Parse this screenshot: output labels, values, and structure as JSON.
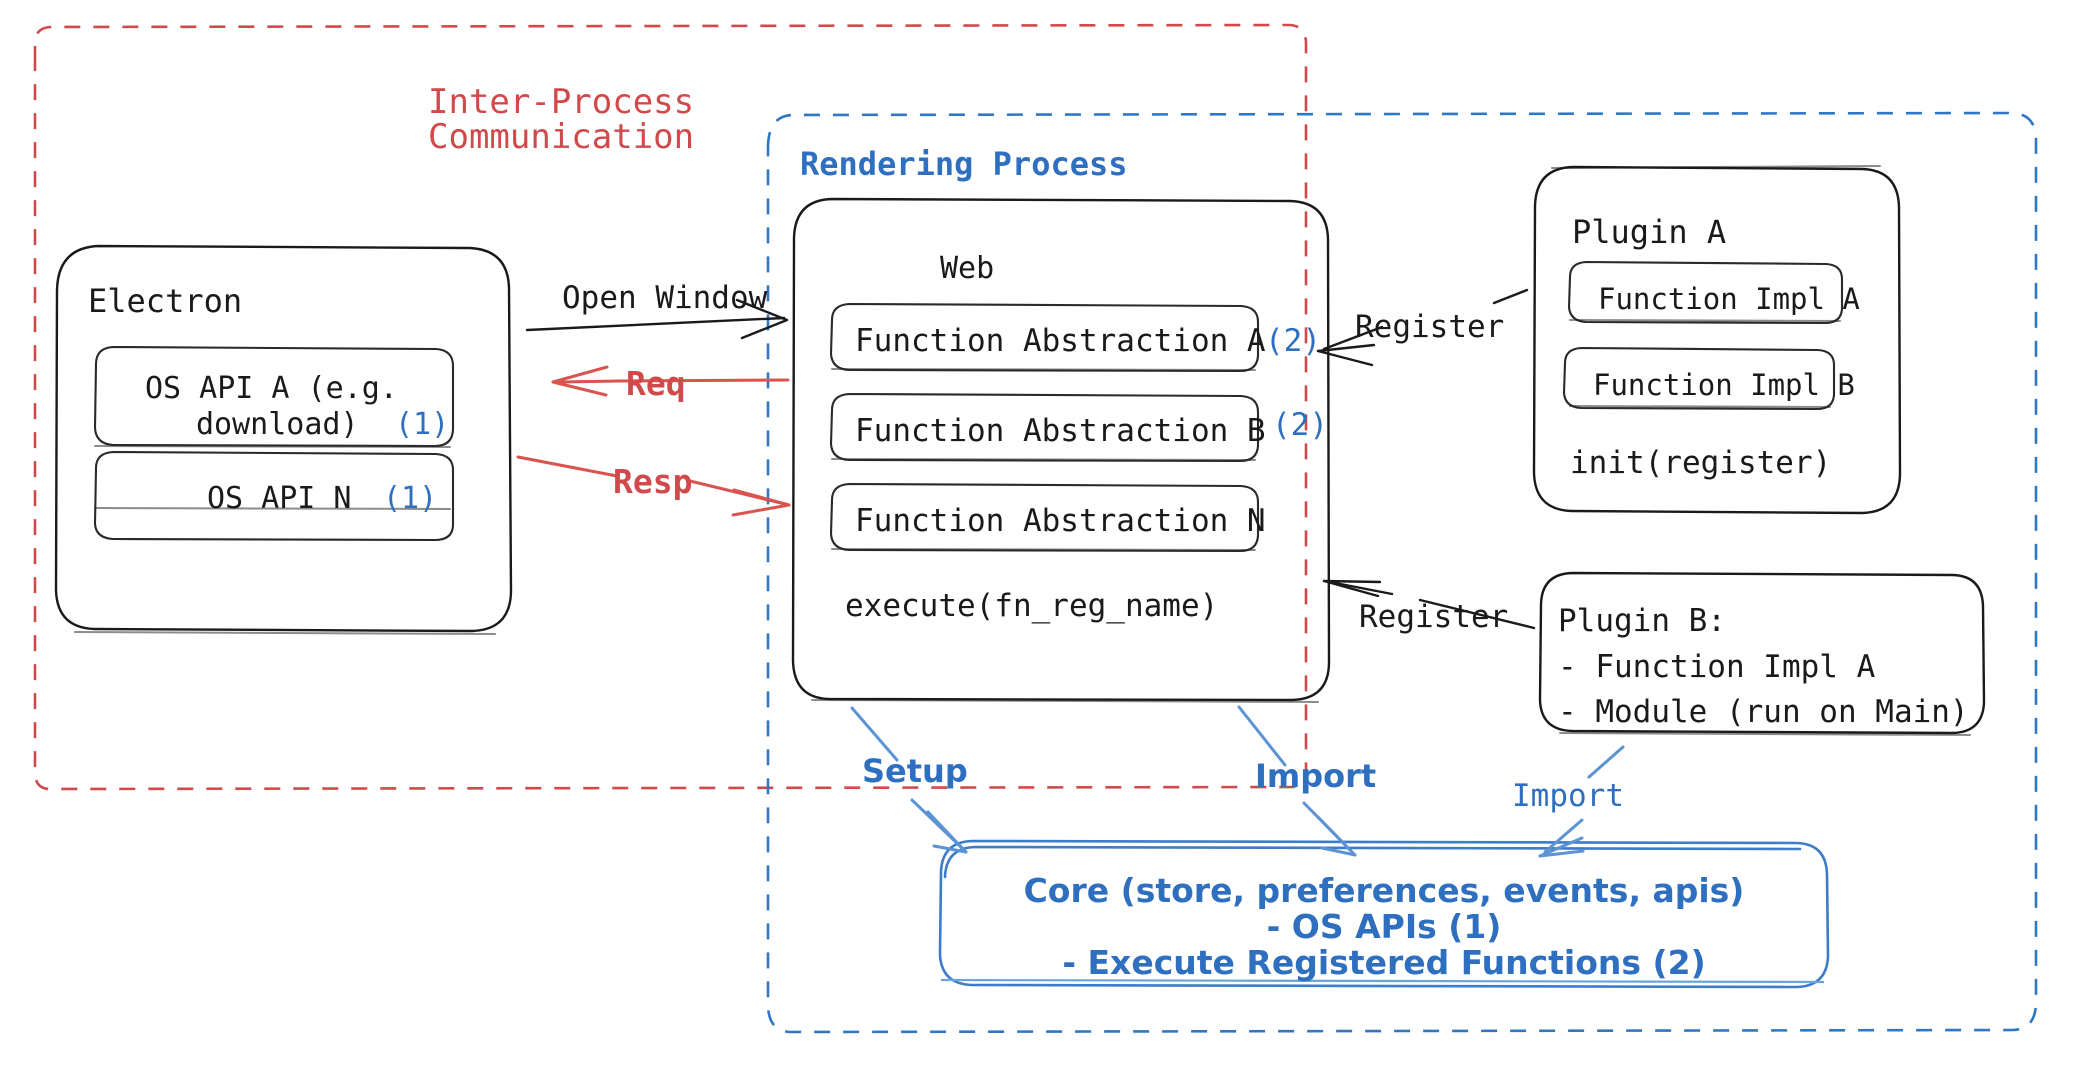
{
  "diagram": {
    "title": "Electron Plugin Architecture",
    "colors": {
      "red": "#d1494a",
      "blue": "#2f6fbf",
      "core_blue": "#3d7cc9",
      "black": "#1a1a1a",
      "arrow_red": "#d9534f",
      "arrow_blue": "#5b93d3"
    },
    "regions": {
      "ipc": {
        "label_line1": "Inter-Process",
        "label_line2": "Communication",
        "style": "dashed-red"
      },
      "rendering": {
        "label": "Rendering Process",
        "style": "dashed-blue"
      }
    },
    "electron": {
      "title": "Electron",
      "items": [
        {
          "line1": "OS API A (e.g.",
          "line2": "download)",
          "marker": "(1)"
        },
        {
          "line1": "OS API N",
          "line2": "",
          "marker": "(1)"
        }
      ]
    },
    "web": {
      "title": "Web",
      "abstractions": [
        {
          "label": "Function Abstraction A",
          "marker": "(2)"
        },
        {
          "label": "Function Abstraction B",
          "marker": "(2)"
        },
        {
          "label": "Function Abstraction N",
          "marker": ""
        }
      ],
      "footer": "execute(fn_reg_name)"
    },
    "plugin_a": {
      "title": "Plugin A",
      "items": [
        "Function Impl A",
        "Function Impl B"
      ],
      "footer": "init(register)"
    },
    "plugin_b": {
      "lines": [
        "Plugin B:",
        "- Function Impl A",
        "- Module (run on Main)"
      ]
    },
    "core": {
      "lines": [
        "Core (store, preferences, events, apis)",
        "- OS APIs (1)",
        "- Execute Registered Functions (2)"
      ]
    },
    "edges": {
      "open_window": "Open Window",
      "req": "Req",
      "resp": "Resp",
      "register_a": "Register",
      "register_b": "Register",
      "setup": "Setup",
      "import_web": "Import",
      "import_plugin_b": "Import"
    }
  }
}
